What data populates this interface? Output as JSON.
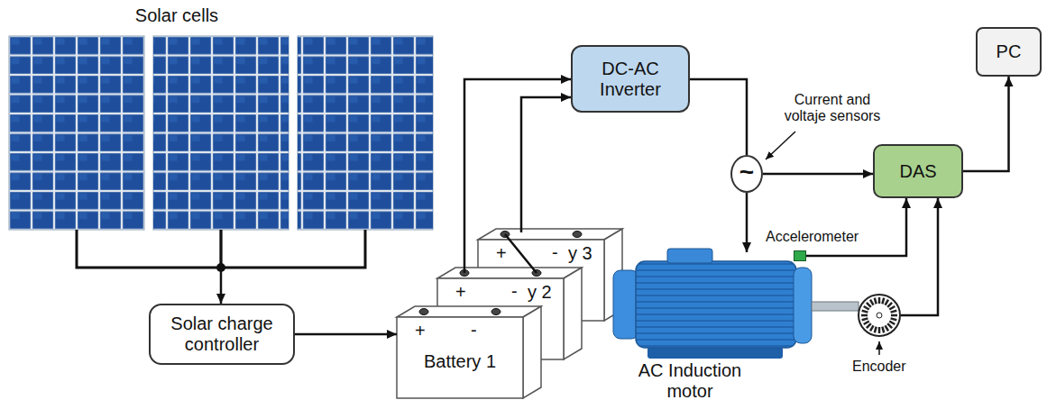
{
  "diagram": {
    "nodes": [
      {
        "text": [
          "Solar cells"
        ]
      },
      {
        "text": [
          "Solar charge controller"
        ]
      },
      {
        "text": [
          "+",
          "-",
          "Battery 1"
        ]
      },
      {
        "text": [
          "+",
          "-",
          "y 2"
        ]
      },
      {
        "text": [
          "+",
          "-",
          "y 3"
        ]
      },
      {
        "text": [
          "DC-AC Inverter"
        ]
      },
      {
        "text": [
          "~"
        ]
      },
      {
        "text": [
          "DAS"
        ]
      },
      {
        "text": [
          "PC"
        ]
      },
      {
        "text": [
          "AC Induction motor"
        ]
      },
      {
        "text": [
          "Accelerometer"
        ]
      },
      {
        "text": [
          "Encoder"
        ]
      }
    ],
    "edges": [
      {
        "from": 0,
        "to": 1,
        "arrow": "to"
      },
      {
        "from": 1,
        "to": 2,
        "arrow": "to"
      },
      {
        "from": 3,
        "to": 5,
        "arrow": "to"
      },
      {
        "from": 4,
        "to": 5,
        "arrow": "to"
      },
      {
        "from": 5,
        "to": 6,
        "arrow": "none"
      },
      {
        "from": 6,
        "to": 9,
        "arrow": "to"
      },
      {
        "from": 6,
        "to": 7,
        "arrow": "to"
      },
      {
        "from": 7,
        "to": 8,
        "arrow": "to"
      },
      {
        "from": 10,
        "to": 7,
        "arrow": "to"
      },
      {
        "from": 11,
        "to": 7,
        "arrow": "to"
      }
    ],
    "labels": [
      "Current and voltaje sensors"
    ]
  }
}
